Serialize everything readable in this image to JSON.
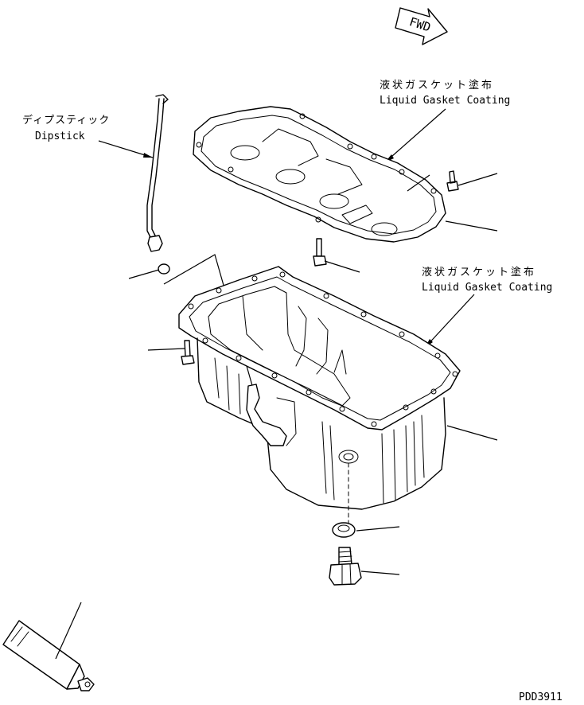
{
  "fwd_label": "FWD",
  "labels": {
    "liquid_gasket_jp_1": "液状ガスケット塗布",
    "liquid_gasket_en_1": "Liquid Gasket Coating",
    "liquid_gasket_jp_2": "液状ガスケット塗布",
    "liquid_gasket_en_2": "Liquid Gasket Coating",
    "dipstick_jp": "ディプスティック",
    "dipstick_en": "Dipstick"
  },
  "figure_code": "PDD3911"
}
